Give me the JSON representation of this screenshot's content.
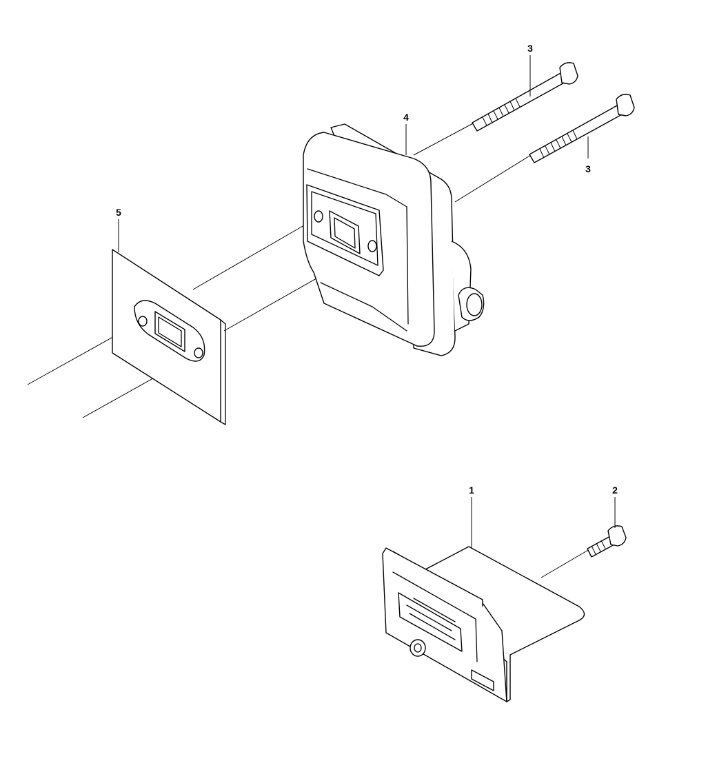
{
  "diagram": {
    "type": "exploded-parts-diagram",
    "callouts": [
      {
        "id": "bolt-upper",
        "label": "3"
      },
      {
        "id": "muffler",
        "label": "4"
      },
      {
        "id": "bolt-lower",
        "label": "3"
      },
      {
        "id": "gasket",
        "label": "5"
      },
      {
        "id": "muffler-guard",
        "label": "1"
      },
      {
        "id": "screw",
        "label": "2"
      }
    ]
  }
}
